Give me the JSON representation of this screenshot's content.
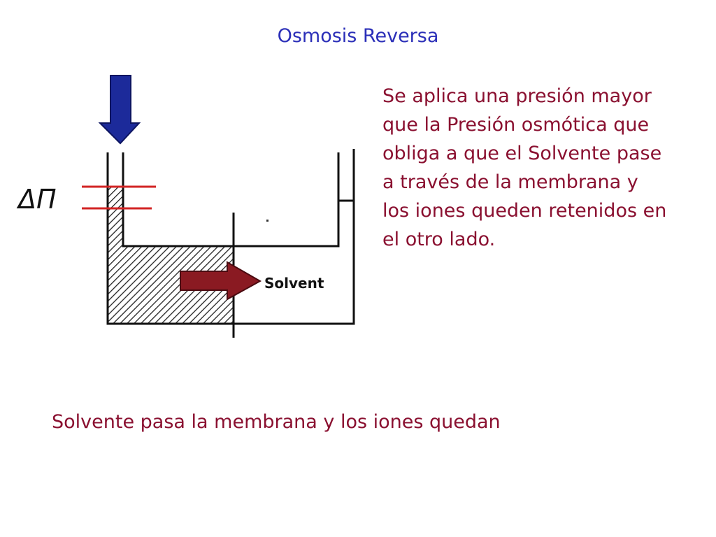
{
  "title": "Osmosis Reversa",
  "description_lines": [
    "Se aplica una presión mayor",
    "que la Presión osmótica que",
    "obliga a que el Solvente pase",
    "a través de la membrana y",
    "los iones queden retenidos en",
    "el otro lado."
  ],
  "caption": "Solvente pasa la membrana y los iones quedan",
  "diagram": {
    "delta_label": "ΔΠ",
    "solvent_label": "Solvent"
  },
  "colors": {
    "title": "#2b2fb8",
    "text": "#8a1030",
    "pressure_arrow": "#1c2a9a",
    "solvent_arrow": "#8a1a22",
    "level_lines": "#d22424",
    "outline": "#111111"
  }
}
